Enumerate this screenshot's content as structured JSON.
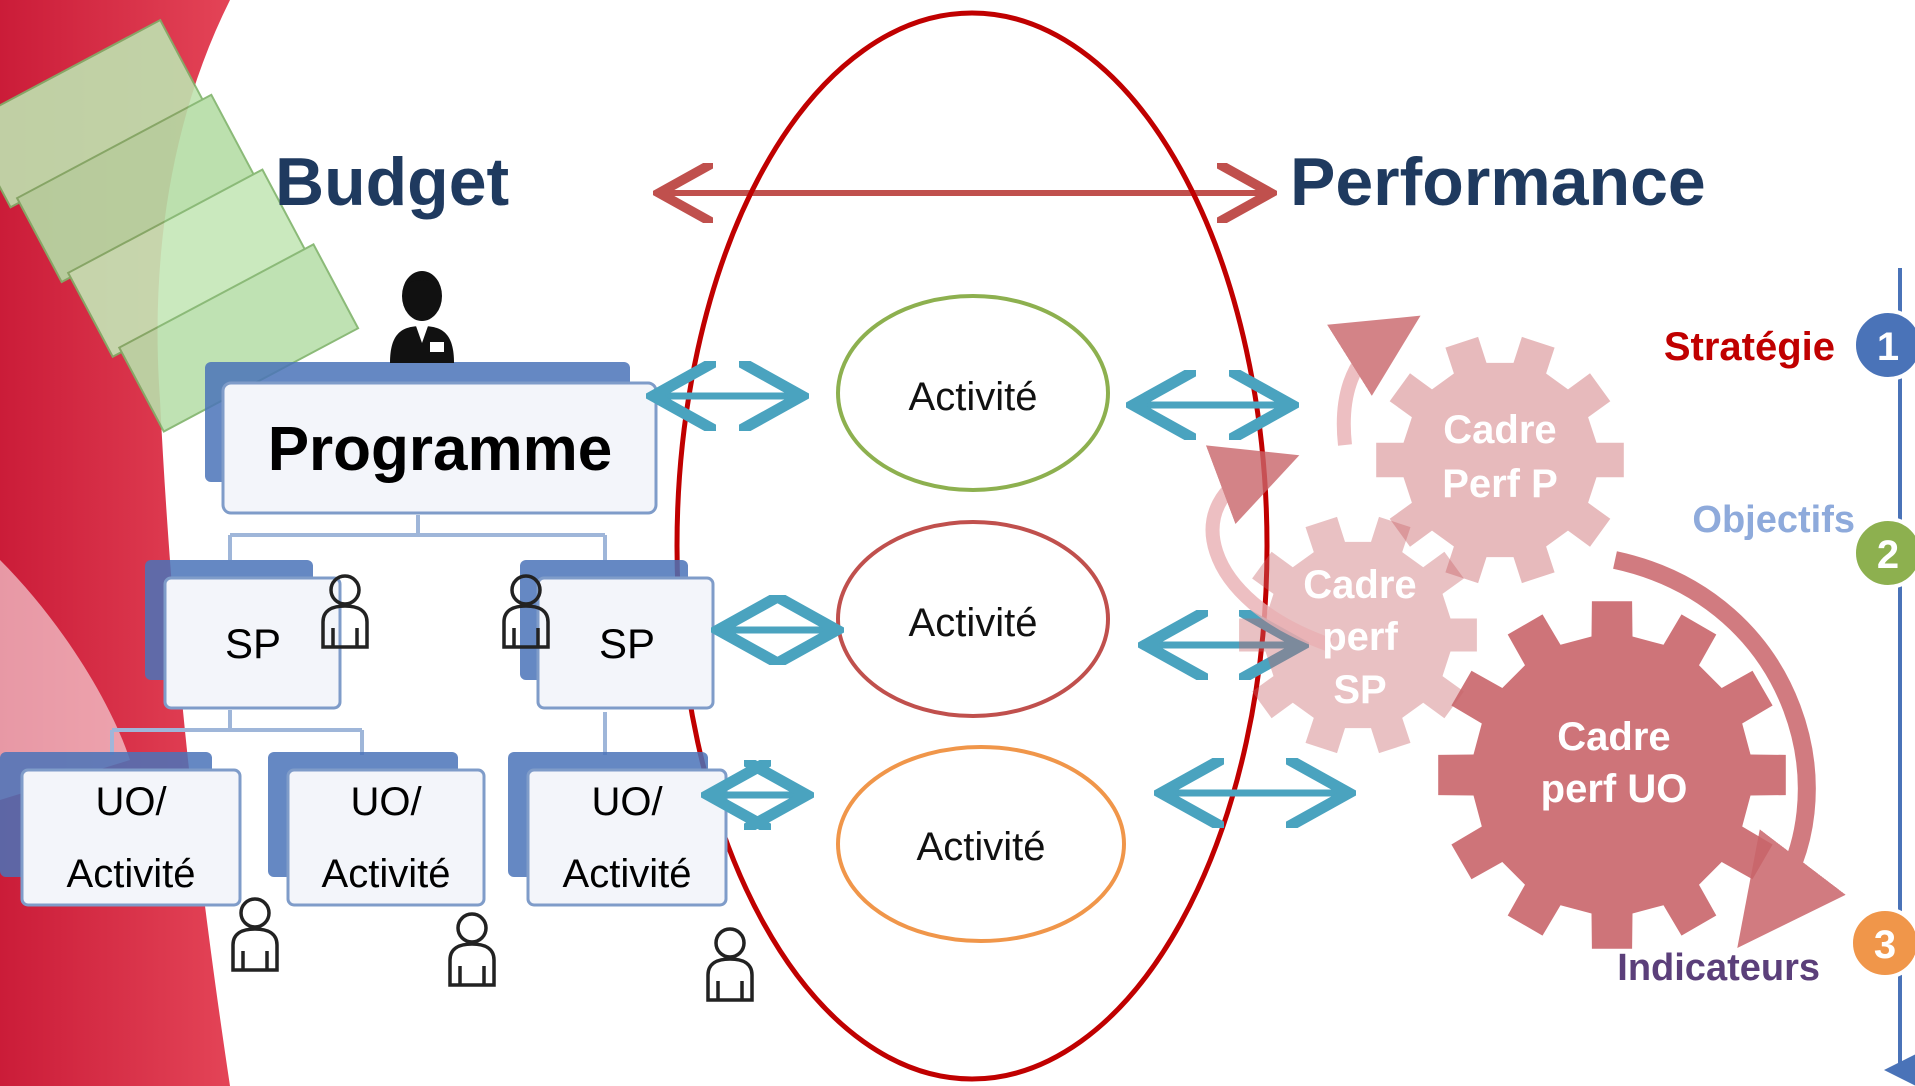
{
  "titles": {
    "left": "Budget",
    "right": "Performance"
  },
  "hierarchy": {
    "programme": "Programme",
    "sp_left": "SP",
    "sp_right": "SP",
    "uo": [
      {
        "line1": "UO/",
        "line2": "Activité"
      },
      {
        "line1": "UO/",
        "line2": "Activité"
      },
      {
        "line1": "UO/",
        "line2": "Activité"
      }
    ]
  },
  "activities": [
    {
      "label": "Activité",
      "color": "#8db04f"
    },
    {
      "label": "Activité",
      "color": "#c0504d"
    },
    {
      "label": "Activité",
      "color": "#f0964a"
    }
  ],
  "gears": {
    "p": {
      "line1": "Cadre",
      "line2": "Perf P"
    },
    "sp": {
      "line1": "Cadre",
      "line2": "perf",
      "line3": "SP"
    },
    "uo": {
      "line1": "Cadre",
      "line2": "perf UO"
    }
  },
  "levels": [
    {
      "label": "Stratégie",
      "number": "1",
      "color": "#c00000",
      "circle": "#4a73b8"
    },
    {
      "label": "Objectifs",
      "number": "2",
      "color": "#8eaadb",
      "circle": "#8db04f"
    },
    {
      "label": "Indicateurs",
      "number": "3",
      "color": "#5b3f7a",
      "circle": "#f0964a"
    }
  ],
  "colors": {
    "title": "#1f3a5f",
    "big_ellipse": "#c00000",
    "connector_arrow": "#4aa3bf",
    "budget_perf_arrow": "#c0504d",
    "gear": "#c9656a",
    "axis": "#4a73b8"
  }
}
